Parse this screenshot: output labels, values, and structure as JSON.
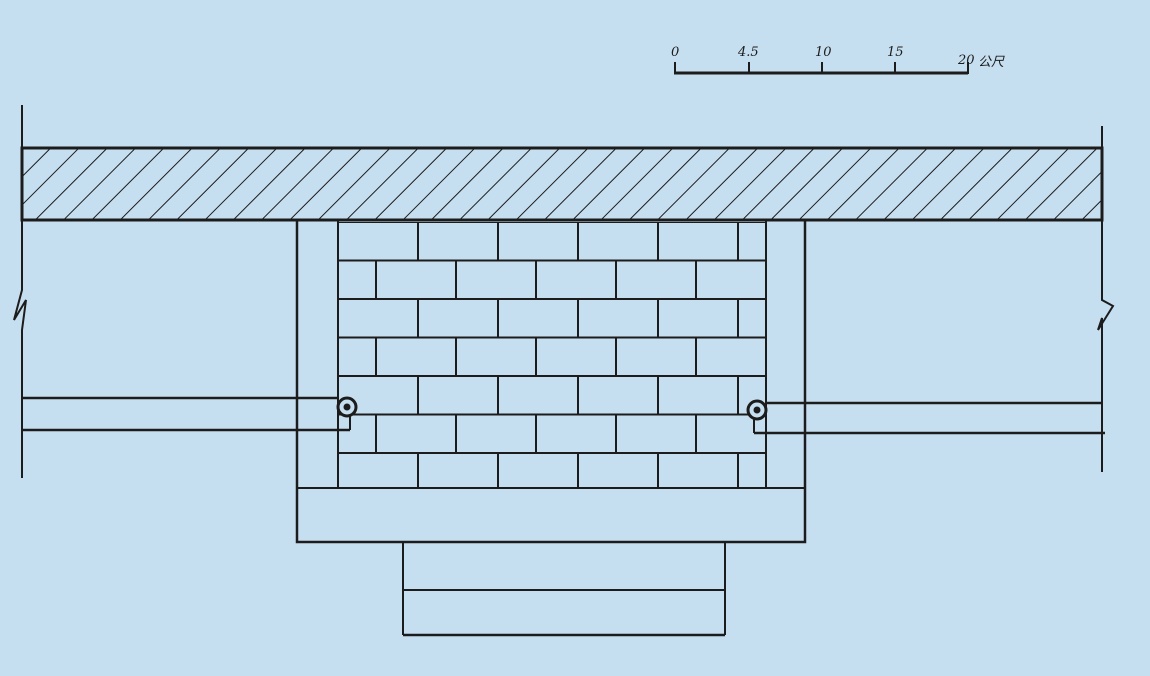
{
  "scale_bar": {
    "ticks": [
      "0",
      "4.5",
      "10",
      "15",
      "20"
    ],
    "unit": "公尺"
  },
  "colors": {
    "background": "#c6dff0",
    "ink": "#1c1c1c"
  }
}
